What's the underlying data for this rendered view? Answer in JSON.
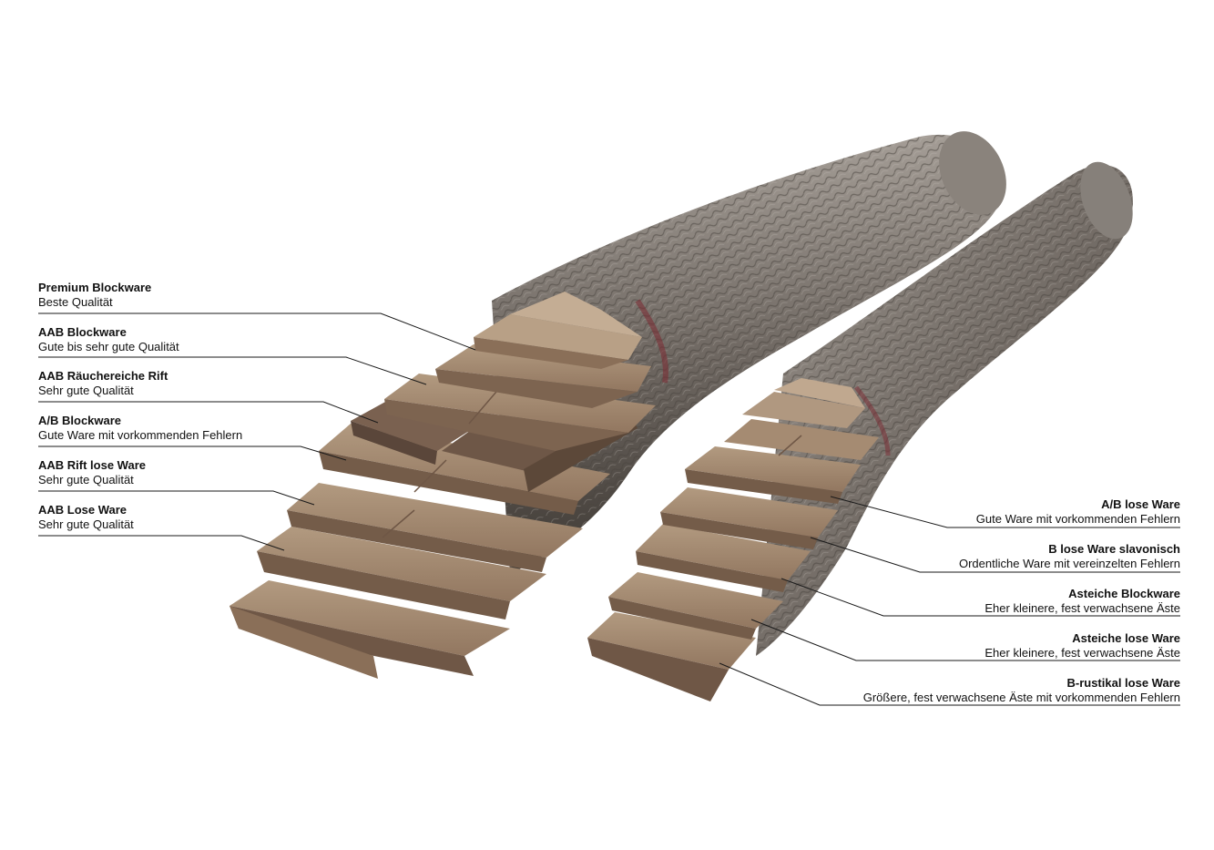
{
  "labels_left": [
    {
      "title": "Premium Blockware",
      "subtitle": "Beste Qualität"
    },
    {
      "title": "AAB Blockware",
      "subtitle": "Gute bis sehr gute Qualität"
    },
    {
      "title": "AAB Räuchereiche Rift",
      "subtitle": "Sehr gute Qualität"
    },
    {
      "title": "A/B Blockware",
      "subtitle": "Gute Ware mit vorkommenden Fehlern"
    },
    {
      "title": "AAB Rift lose Ware",
      "subtitle": "Sehr gute Qualität"
    },
    {
      "title": "AAB Lose Ware",
      "subtitle": "Sehr gute Qualität"
    }
  ],
  "labels_right": [
    {
      "title": "A/B lose Ware",
      "subtitle": "Gute Ware mit vorkommenden Fehlern"
    },
    {
      "title": "B lose Ware slavonisch",
      "subtitle": "Ordentliche Ware mit vereinzelten Fehlern"
    },
    {
      "title": "Asteiche Blockware",
      "subtitle": "Eher kleinere, fest verwachsene Äste"
    },
    {
      "title": "Asteiche lose Ware",
      "subtitle": "Eher kleinere, fest verwachsene Äste"
    },
    {
      "title": "B-rustikal lose Ware",
      "subtitle": "Größere, fest verwachsene Äste mit vorkommenden Fehlern"
    }
  ],
  "colors": {
    "bark": "#6f6862",
    "bark_light": "#9a938c",
    "bark_dark": "#4a4540",
    "wood_face": "#a88e74",
    "wood_top": "#9a7f66",
    "wood_dark": "#6f5746",
    "line": "#1a1a1a"
  }
}
